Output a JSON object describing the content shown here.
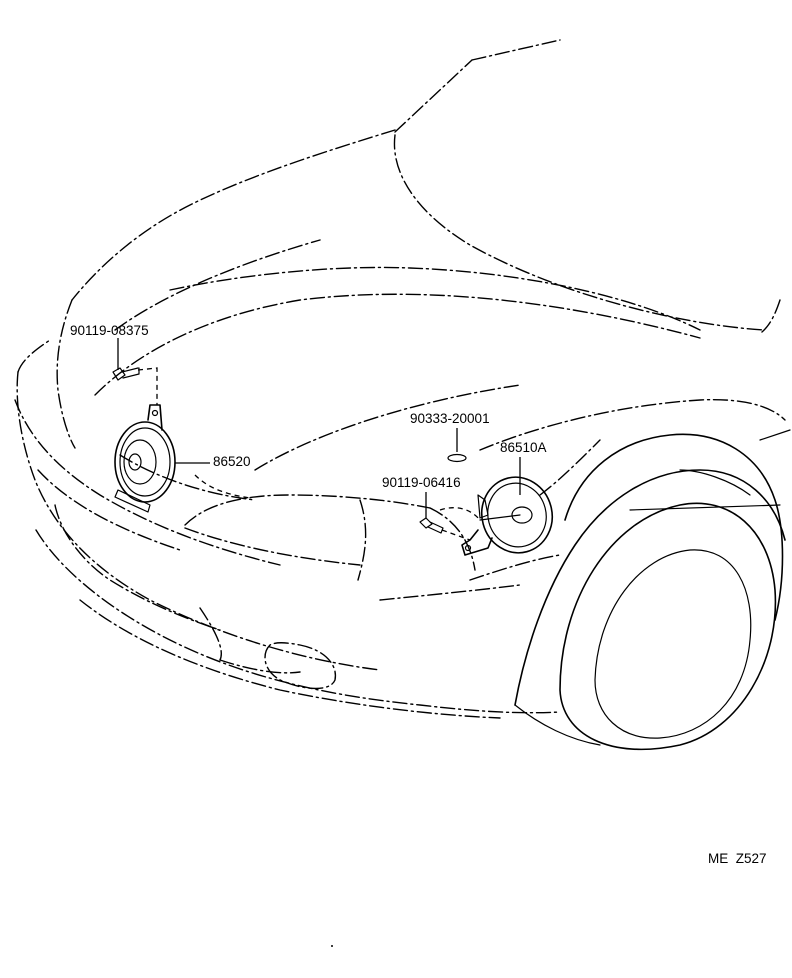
{
  "parts": {
    "bolt_upper": "90119-08375",
    "horn_low": "86520",
    "clip": "90333-20001",
    "horn_high": "86510A",
    "bolt_lower": "90119-06416"
  },
  "diagram_code": "ME  Z527"
}
